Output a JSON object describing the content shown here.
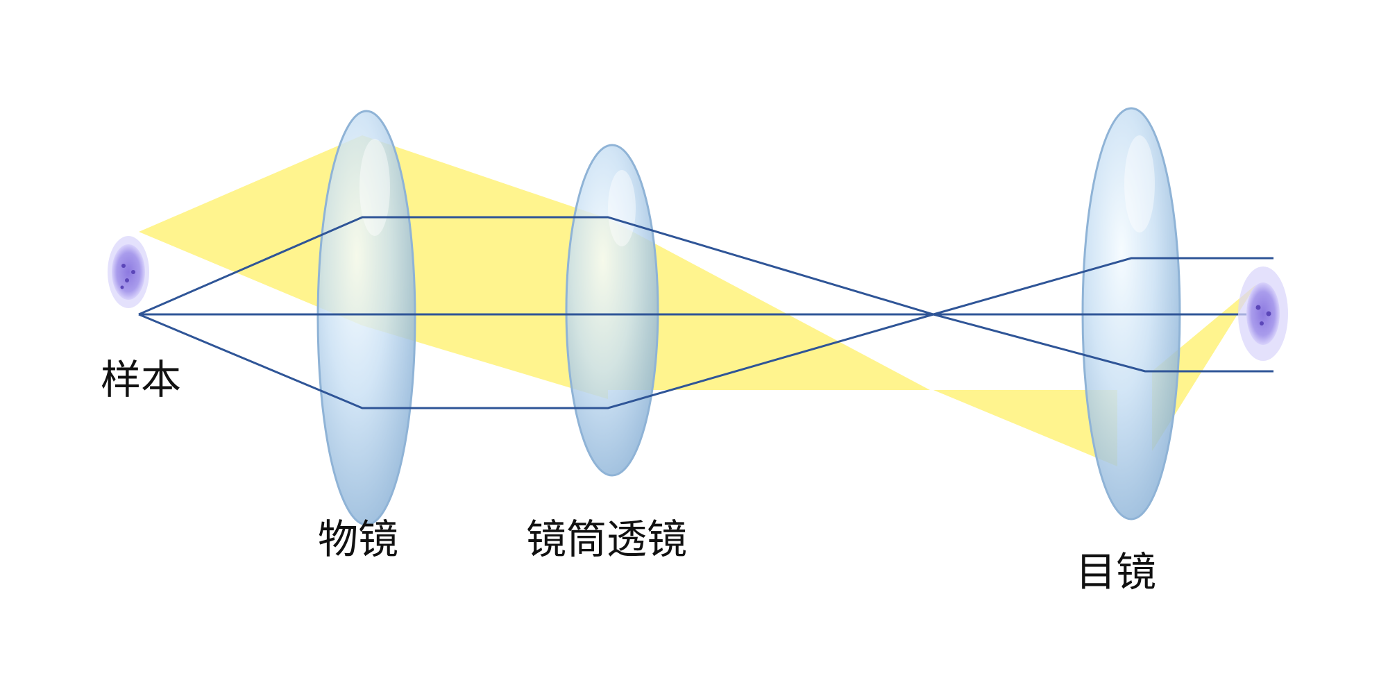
{
  "labels": {
    "sample": "样本",
    "objective": "物镜",
    "tube_lens": "镜筒透镜",
    "eyepiece": "目镜"
  },
  "colors": {
    "ray": "#2f5597",
    "light_beam": "#fff27a",
    "lens_fill": "#bcd6ee",
    "lens_edge": "#8fb3d6",
    "cell_body": "#9a86e0",
    "cell_nucleus": "#6f58c9"
  }
}
